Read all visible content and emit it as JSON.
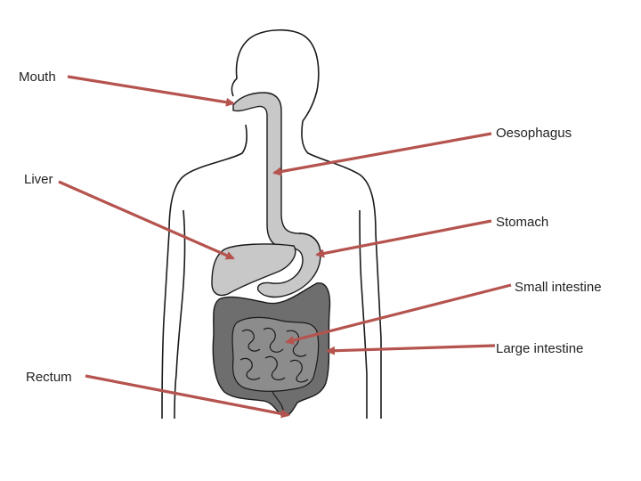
{
  "labels": {
    "mouth": "Mouth",
    "oesophagus": "Oesophagus",
    "liver": "Liver",
    "stomach": "Stomach",
    "small_intestine": "Small intestine",
    "large_intestine": "Large intestine",
    "rectum": "Rectum"
  },
  "colors": {
    "arrow": "#b5534e",
    "outline": "#1a1a1a",
    "organ_light": "#c8c8c8",
    "organ_dark": "#6e6e6e"
  }
}
